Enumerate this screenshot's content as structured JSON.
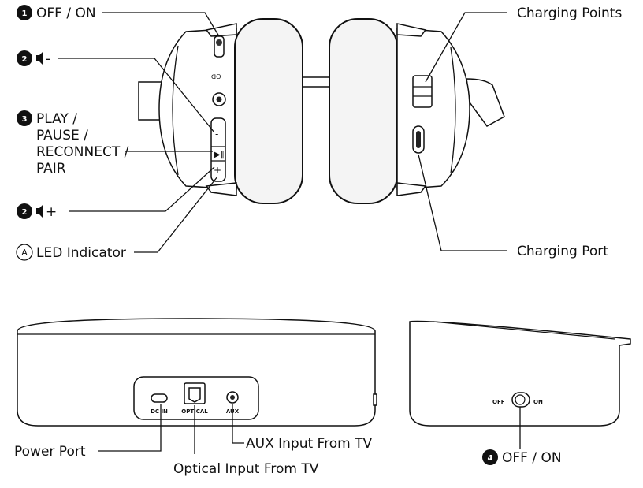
{
  "callouts": {
    "off_on": {
      "badge": "1",
      "text": "OFF / ON"
    },
    "vol_down": {
      "badge": "2",
      "text": "-"
    },
    "play": {
      "badge": "3",
      "line1": "PLAY /",
      "line2": "PAUSE /",
      "line3": "RECONNECT /",
      "line4": "PAIR"
    },
    "vol_up": {
      "badge": "2",
      "text": "+"
    },
    "led": {
      "badge": "A",
      "text": "LED Indicator"
    },
    "charging_points": {
      "text": "Charging Points"
    },
    "charging_port": {
      "text": "Charging Port"
    },
    "power_port": {
      "text": "Power Port"
    },
    "optical_input": {
      "text": "Optical Input From TV"
    },
    "aux_input": {
      "text": "AUX Input From TV"
    },
    "base_switch": {
      "badge": "4",
      "text": "OFF / ON"
    }
  },
  "port_labels": {
    "dc_in": "DC IN",
    "optical": "OPTICAL",
    "aux": "AUX"
  },
  "switch_labels": {
    "off": "OFF",
    "on": "ON"
  }
}
